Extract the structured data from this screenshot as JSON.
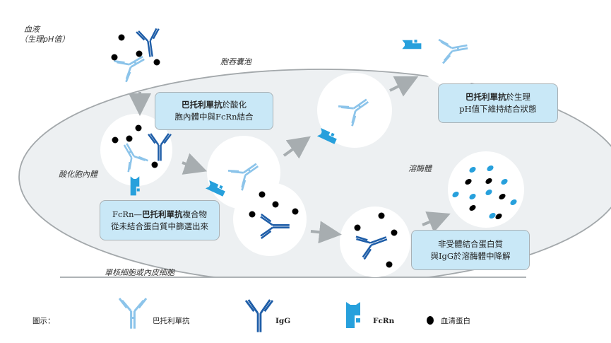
{
  "labels": {
    "blood": "血液",
    "blood_ph": "（生理pH值）",
    "endosome": "胞吞囊泡",
    "acidified_endosome": "酸化胞內體",
    "lysosome": "溶酶體",
    "cell": "單核細胞或內皮細胞"
  },
  "callouts": {
    "binding": {
      "bold": "巴托利單抗",
      "line1_rest": "於酸化",
      "line2": "胞內體中與FcRn結合"
    },
    "release": {
      "bold": "巴托利單抗",
      "line1_rest": "於生理",
      "line2": "pH值下維持結合狀態"
    },
    "sorting": {
      "prefix": "FcRn—",
      "bold": "巴托利單抗",
      "line1_rest": "複合物",
      "line2": "從未結合蛋白質中篩選出來"
    },
    "degradation": {
      "line1": "非受體結合蛋白質",
      "line2": "與IgG於溶酶體中降解"
    }
  },
  "legend": {
    "title": "圖示：",
    "items": [
      {
        "icon": "batoclimab-antibody-icon",
        "label": "巴托利單抗",
        "color": "#8cc4ea"
      },
      {
        "icon": "igg-antibody-icon",
        "label": "IgG",
        "color": "#1f5ea8"
      },
      {
        "icon": "fcrn-receptor-icon",
        "label": "FcRn",
        "color": "#27a0dc"
      },
      {
        "icon": "serum-protein-dot-icon",
        "label": "血清蛋白",
        "color": "#000000"
      }
    ]
  },
  "colors": {
    "batoclimab": "#8cc4ea",
    "igg": "#1f5ea8",
    "fcrn": "#27a0dc",
    "serum_protein": "#000000",
    "cell_fill": "#edf0f2",
    "cell_border": "#a3a8ab",
    "callout_fill": "#c9e8f7",
    "arrow": "#a7adb0"
  }
}
